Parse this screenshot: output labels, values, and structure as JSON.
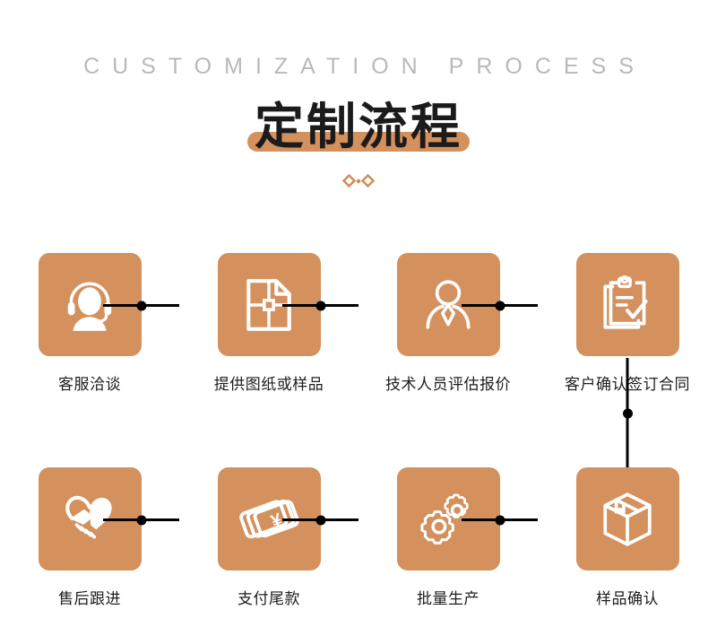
{
  "header": {
    "eyebrow": "CUSTOMIZATION PROCESS",
    "title": "定制流程",
    "ornament_name": "diamond-dot-diamond-ornament"
  },
  "colors": {
    "accent": "#d4915d",
    "ornament": "#d28c52",
    "eyebrow_text": "#b9b9b9",
    "label_text": "#1d1d1d",
    "connector": "#000000",
    "background": "#ffffff",
    "icon": "#ffffff"
  },
  "flow": {
    "row1": [
      {
        "label": "客服洽谈",
        "icon": "headset-support-agent-icon"
      },
      {
        "label": "提供图纸或样品",
        "icon": "blueprint-drawing-icon"
      },
      {
        "label": "技术人员评估报价",
        "icon": "technician-person-tie-icon"
      },
      {
        "label": "客户确认签订合同",
        "icon": "clipboard-check-contract-icon"
      }
    ],
    "row2": [
      {
        "label": "售后跟进",
        "icon": "handshake-heart-icon"
      },
      {
        "label": "支付尾款",
        "icon": "stacked-banknotes-yuan-icon"
      },
      {
        "label": "批量生产",
        "icon": "two-gears-icon"
      },
      {
        "label": "样品确认",
        "icon": "package-box-icon"
      }
    ]
  }
}
